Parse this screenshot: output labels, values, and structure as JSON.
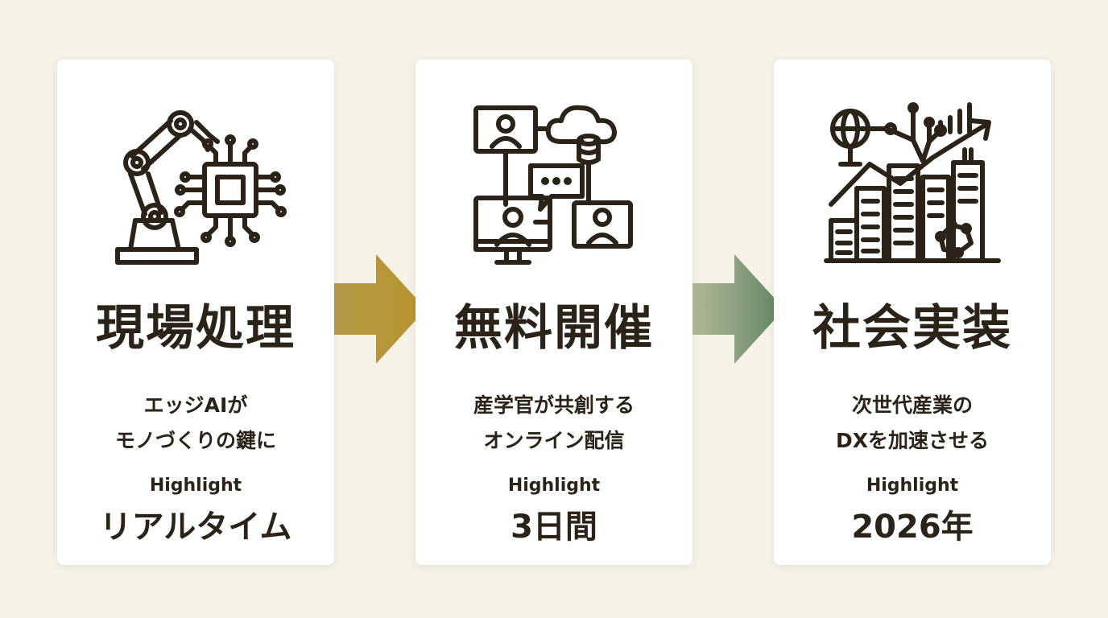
{
  "cards": [
    {
      "icon": "robot-arm-chip-icon",
      "title": "現場処理",
      "desc_lines": [
        "エッジAIが",
        "モノづくりの鍵に"
      ],
      "highlight_label": "Highlight",
      "highlight_value": "リアルタイム"
    },
    {
      "icon": "online-meeting-cloud-icon",
      "title": "無料開催",
      "desc_lines": [
        "産学官が共創する",
        "オンライン配信"
      ],
      "highlight_label": "Highlight",
      "highlight_value": "3日間"
    },
    {
      "icon": "smart-city-growth-icon",
      "title": "社会実装",
      "desc_lines": [
        "次世代産業の",
        "DXを加速させる"
      ],
      "highlight_label": "Highlight",
      "highlight_value": "2026年"
    }
  ],
  "colors": {
    "background": "#f6f2e8",
    "card": "#ffffff",
    "text": "#2b2218",
    "arrow_1": "#a8872a",
    "arrow_2": "#6b8a66"
  }
}
